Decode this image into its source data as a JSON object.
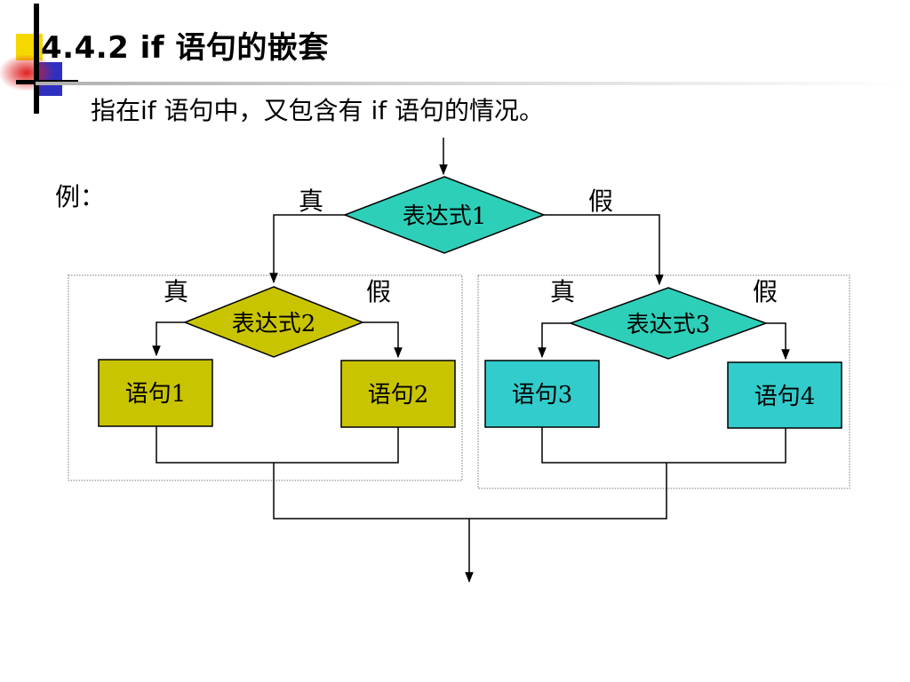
{
  "header": {
    "title": "4.4.2  if 语句的嵌套",
    "subtitle": "指在if 语句中，又包含有 if 语句的情况。"
  },
  "example_label": "例：",
  "colors": {
    "diamond_top": "#2ecfb8",
    "diamond_left": "#c9c400",
    "box_left": "#c9c400",
    "box_right": "#33cccc",
    "deco_yellow": "#f5d800",
    "deco_blue": "#3030c0",
    "deco_red": "#e02020"
  },
  "flowchart": {
    "true_label": "真",
    "false_label": "假",
    "decisions": {
      "d1": "表达式1",
      "d2": "表达式2",
      "d3": "表达式3"
    },
    "statements": {
      "s1": "语句1",
      "s2": "语句2",
      "s3": "语句3",
      "s4": "语句4"
    }
  }
}
